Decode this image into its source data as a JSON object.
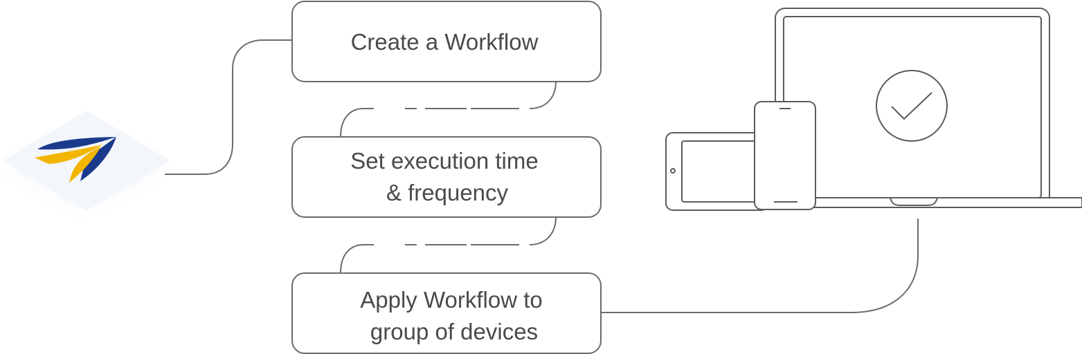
{
  "diagram": {
    "steps": [
      {
        "id": "create",
        "lines": [
          "Create a Workflow"
        ]
      },
      {
        "id": "schedule",
        "lines": [
          "Set execution time",
          "& frequency"
        ]
      },
      {
        "id": "apply",
        "lines": [
          "Apply Workflow to",
          "group of devices"
        ]
      }
    ],
    "logo": {
      "icon": "paper-plane-logo-icon",
      "colors": [
        "#1a3a8c",
        "#f2b600"
      ]
    },
    "devices": {
      "icons": [
        "laptop-icon",
        "tablet-icon",
        "phone-icon",
        "checkmark-circle-icon"
      ]
    },
    "colors": {
      "stroke": "#6b6b6b",
      "text": "#4a4a4a",
      "logo_bg": "#f3f6fa"
    }
  }
}
